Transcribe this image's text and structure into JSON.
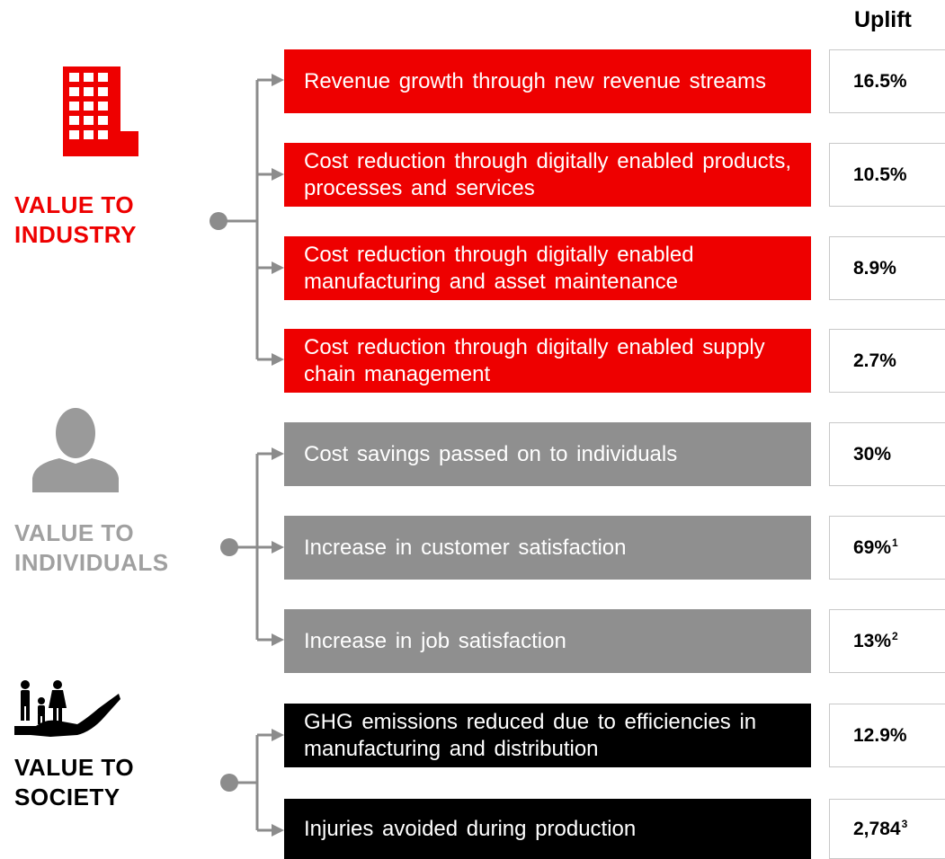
{
  "colors": {
    "industry": "#ee0000",
    "individuals": "#8f8f8f",
    "individuals_label": "#a0a0a0",
    "society": "#000000",
    "connector": "#8c8c8c"
  },
  "header": {
    "uplift_label": "Uplift"
  },
  "groups": [
    {
      "label": "VALUE TO\nINDUSTRY",
      "icon": "building-icon",
      "items": [
        {
          "text": "Revenue  growth  through  new  revenue streams",
          "value": "16.5%",
          "footnote": ""
        },
        {
          "text": "Cost reduction through  digitally enabled products, processes and services",
          "value": "10.5%",
          "footnote": ""
        },
        {
          "text": "Cost reduction through  digitally enabled manufacturing  and  asset maintenance",
          "value": "8.9%",
          "footnote": ""
        },
        {
          "text": "Cost reduction through  digitally enabled supply  chain  management",
          "value": "2.7%",
          "footnote": ""
        }
      ]
    },
    {
      "label": "VALUE TO\nINDIVIDUALS",
      "icon": "person-icon",
      "items": [
        {
          "text": "Cost savings  passed  on to individuals",
          "value": "30%",
          "footnote": ""
        },
        {
          "text": "Increase  in  customer satisfaction",
          "value": "69%",
          "footnote": "1"
        },
        {
          "text": "Increase  in  job satisfaction",
          "value": "13%",
          "footnote": "2"
        }
      ]
    },
    {
      "label": "VALUE TO\nSOCIETY",
      "icon": "family-hand-icon",
      "items": [
        {
          "text": "GHG emissions reduced due to efficiencies in manufacturing  and  distribution",
          "value": "12.9%",
          "footnote": ""
        },
        {
          "text": "Injuries  avoided during  production",
          "value": "2,784",
          "footnote": "3"
        }
      ]
    }
  ]
}
